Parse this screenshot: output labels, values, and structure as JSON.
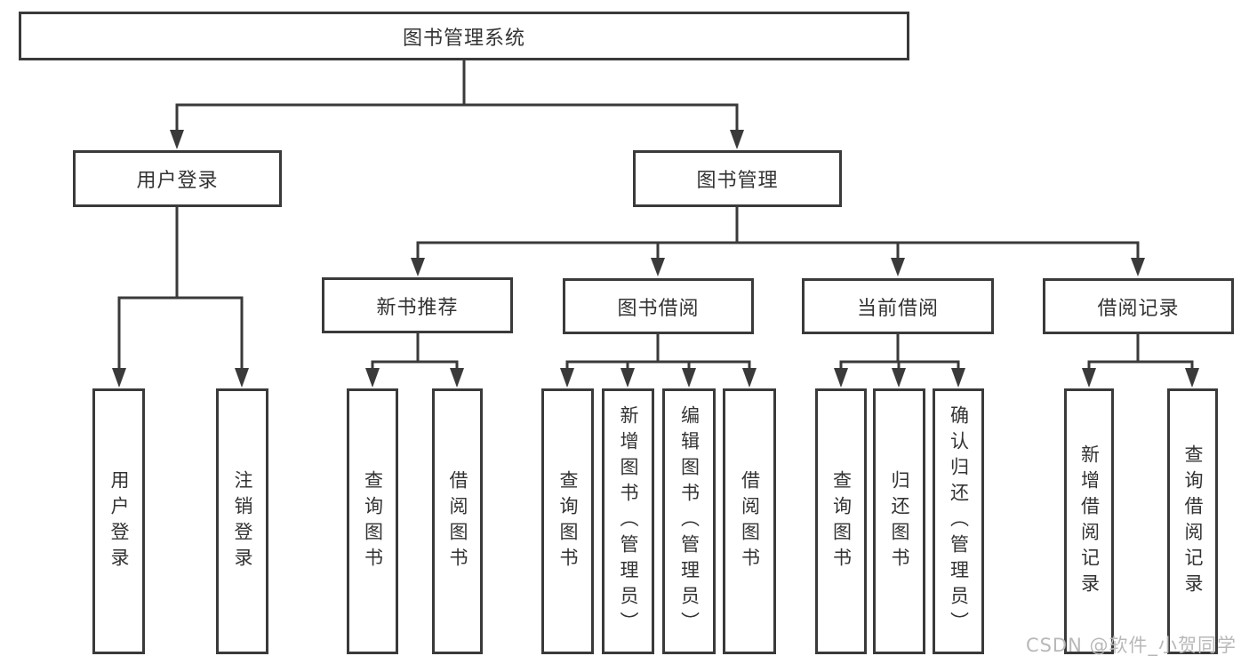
{
  "diagram": {
    "root": {
      "label": "图书管理系统"
    },
    "level2": [
      {
        "id": "user-login",
        "label": "用户登录"
      },
      {
        "id": "book-management",
        "label": "图书管理"
      }
    ],
    "level3": [
      {
        "id": "new-book-recommend",
        "label": "新书推荐"
      },
      {
        "id": "book-borrowing",
        "label": "图书借阅"
      },
      {
        "id": "current-borrowing",
        "label": "当前借阅"
      },
      {
        "id": "borrowing-records",
        "label": "借阅记录"
      }
    ],
    "leaves": [
      {
        "parent": "user-login",
        "label": "用户登录"
      },
      {
        "parent": "user-login",
        "label": "注销登录"
      },
      {
        "parent": "new-book-recommend",
        "label": "查询图书"
      },
      {
        "parent": "new-book-recommend",
        "label": "借阅图书"
      },
      {
        "parent": "book-borrowing",
        "label": "查询图书"
      },
      {
        "parent": "book-borrowing",
        "label": "新增图书（管理员）"
      },
      {
        "parent": "book-borrowing",
        "label": "编辑图书（管理员）"
      },
      {
        "parent": "book-borrowing",
        "label": "借阅图书"
      },
      {
        "parent": "current-borrowing",
        "label": "查询图书"
      },
      {
        "parent": "current-borrowing",
        "label": "归还图书"
      },
      {
        "parent": "current-borrowing",
        "label": "确认归还（管理员）"
      },
      {
        "parent": "borrowing-records",
        "label": "新增借阅记录"
      },
      {
        "parent": "borrowing-records",
        "label": "查询借阅记录"
      }
    ]
  },
  "watermark": {
    "text": "CSDN @软件_小贺同学"
  },
  "colors": {
    "line": "#3a3a3a",
    "text": "#333333",
    "box_background": "#ffffff",
    "watermark": "#b8b8b8"
  }
}
